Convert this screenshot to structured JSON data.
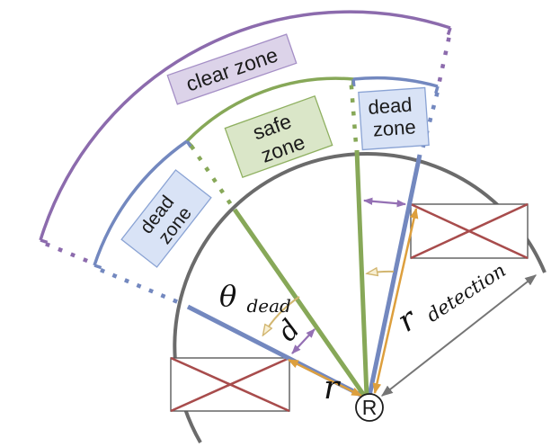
{
  "diagram": {
    "description": "Robot sensing zones diagram: clear, safe and dead zones with detection radius",
    "zones": {
      "clear": {
        "label": "clear zone",
        "fill": "#dcd3e9",
        "arc_color": "#8c6bad"
      },
      "safe": {
        "label_line1": "safe",
        "label_line2": "zone",
        "fill": "#dae6c8",
        "arc_color": "#87a858"
      },
      "dead_left": {
        "label_line1": "dead",
        "label_line2": "zone",
        "fill": "#d9e3f6",
        "arc_color": "#7388bf"
      },
      "dead_right": {
        "label_line1": "dead",
        "label_line2": "zone",
        "fill": "#d9e3f6",
        "arc_color": "#7388bf"
      }
    },
    "measurements": {
      "theta_dead": {
        "base": "θ",
        "subscript": "dead"
      },
      "d": "d",
      "r": "r",
      "r_detection": {
        "base": "r",
        "subscript": "detection"
      }
    },
    "robot": {
      "label": "R"
    },
    "colors": {
      "clear_zone_arc": "#8c6bad",
      "safe_zone_arc": "#87a858",
      "dead_zone_arc": "#7388bf",
      "detection_arc": "#6b6b6b",
      "range_arrow_orange": "#dd9f3d",
      "distance_arrow_purple": "#9470b4",
      "angle_arc_tan": "#d2b670",
      "obstacle_cross_red": "#a84c4c"
    }
  }
}
